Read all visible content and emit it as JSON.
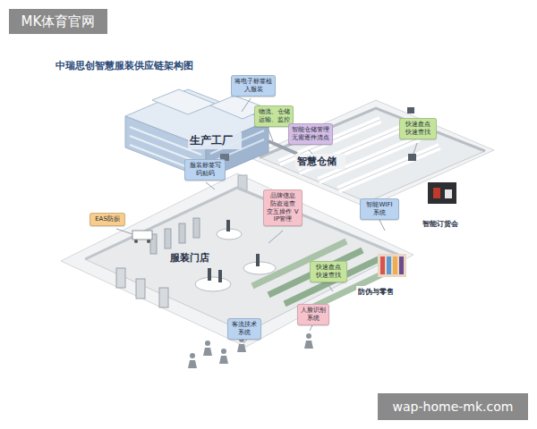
{
  "diagram": {
    "title": "中瑞思创智慧服装供应链架构图",
    "nodes": [
      {
        "text": [
          "将电子标签植入服装"
        ]
      },
      {
        "text": [
          "物流、仓储运输、监控"
        ]
      },
      {
        "text": [
          "智能仓储管理 无需逐件清点"
        ]
      },
      {
        "text": [
          "快速盘点 快速查找"
        ]
      },
      {
        "text": [
          "服装标签写码贴码"
        ]
      },
      {
        "text": [
          "品牌信息 防盗追查 交互操作 VIP管理"
        ]
      },
      {
        "text": [
          "智能WIFI系统"
        ]
      },
      {
        "text": [
          "EAS防损"
        ]
      },
      {
        "text": [
          "快速盘点 快速查找"
        ]
      },
      {
        "text": [
          "人脸识别系统"
        ]
      },
      {
        "text": [
          "客流技术系统"
        ]
      }
    ],
    "labels": [
      "MK体育官网",
      "wap-home-mk.com",
      "生产工厂",
      "智慧仓储",
      "服装门店",
      "智能订货会",
      "防伪与零售"
    ]
  }
}
